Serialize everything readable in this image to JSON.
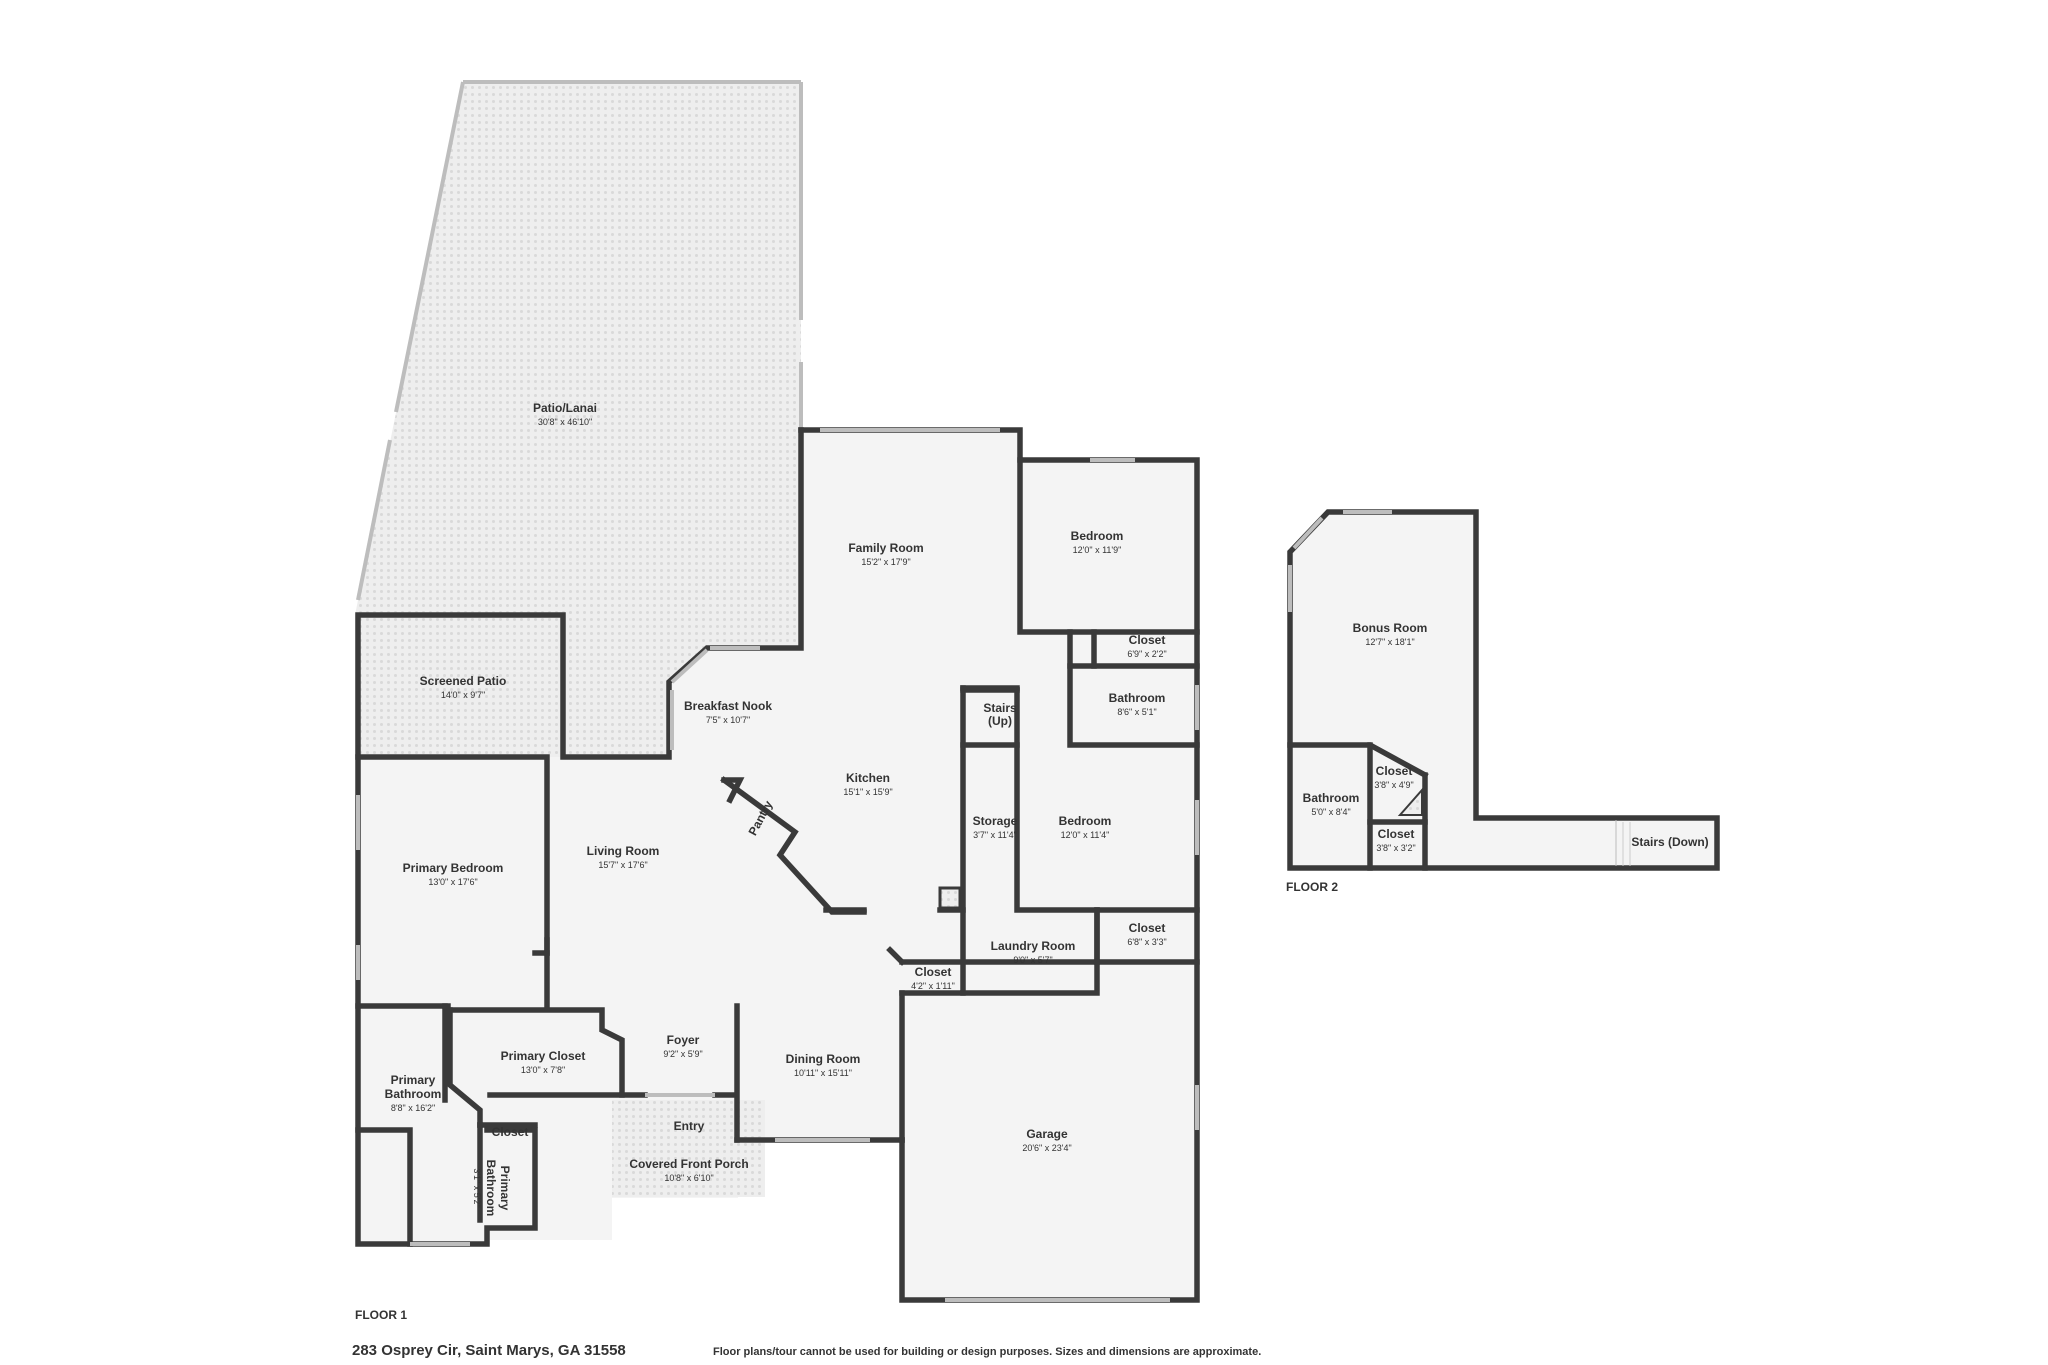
{
  "floors": [
    {
      "label": "FLOOR 1",
      "rooms": [
        {
          "name": "Patio/Lanai",
          "dim": "30'8\" x 46'10\""
        },
        {
          "name": "Family Room",
          "dim": "15'2\" x 17'9\""
        },
        {
          "name": "Bedroom",
          "dim": "12'0\" x 11'9\""
        },
        {
          "name": "Closet",
          "dim": "6'9\" x 2'2\""
        },
        {
          "name": "Screened Patio",
          "dim": "14'0\" x 9'7\""
        },
        {
          "name": "Breakfast Nook",
          "dim": "7'5\" x 10'7\""
        },
        {
          "name": "Stairs",
          "dim": "(Up)"
        },
        {
          "name": "Bathroom",
          "dim": "8'6\" x 5'1\""
        },
        {
          "name": "Kitchen",
          "dim": "15'1\" x 15'9\""
        },
        {
          "name": "Pantry",
          "dim": ""
        },
        {
          "name": "Storage",
          "dim": "3'7\" x 11'4\""
        },
        {
          "name": "Bedroom",
          "dim": "12'0\" x 11'4\""
        },
        {
          "name": "Primary Bedroom",
          "dim": "13'0\" x 17'6\""
        },
        {
          "name": "Living Room",
          "dim": "15'7\" x 17'6\""
        },
        {
          "name": "Laundry Room",
          "dim": "9'0\" x 5'7\""
        },
        {
          "name": "Closet",
          "dim": "6'8\" x 3'3\""
        },
        {
          "name": "Closet",
          "dim": "4'2\" x 1'11\""
        },
        {
          "name": "Foyer",
          "dim": "9'2\" x 5'9\""
        },
        {
          "name": "Dining Room",
          "dim": "10'11\" x 15'11\""
        },
        {
          "name": "Primary Closet",
          "dim": "13'0\" x 7'8\""
        },
        {
          "name": "Primary\nBathroom",
          "dim": "8'8\" x 16'2\""
        },
        {
          "name": "Entry",
          "dim": ""
        },
        {
          "name": "Closet",
          "dim": ""
        },
        {
          "name": "Covered Front Porch",
          "dim": "10'8\" x 6'10\""
        },
        {
          "name": "Garage",
          "dim": "20'6\" x 23'4\""
        },
        {
          "name": "Primary\nBathroom",
          "dim": "3'1\" x 5'2\""
        }
      ]
    },
    {
      "label": "FLOOR 2",
      "rooms": [
        {
          "name": "Bonus Room",
          "dim": "12'7\" x 18'1\""
        },
        {
          "name": "Closet",
          "dim": "3'8\" x 4'9\""
        },
        {
          "name": "Bathroom",
          "dim": "5'0\" x 8'4\""
        },
        {
          "name": "Closet",
          "dim": "3'8\" x 3'2\""
        },
        {
          "name": "Stairs (Down)",
          "dim": ""
        }
      ]
    }
  ],
  "footer": {
    "address": "283 Osprey Cir, Saint Marys, GA 31558",
    "disclaimer": "Floor plans/tour cannot be used for building or design purposes. Sizes and dimensions are approximate."
  }
}
